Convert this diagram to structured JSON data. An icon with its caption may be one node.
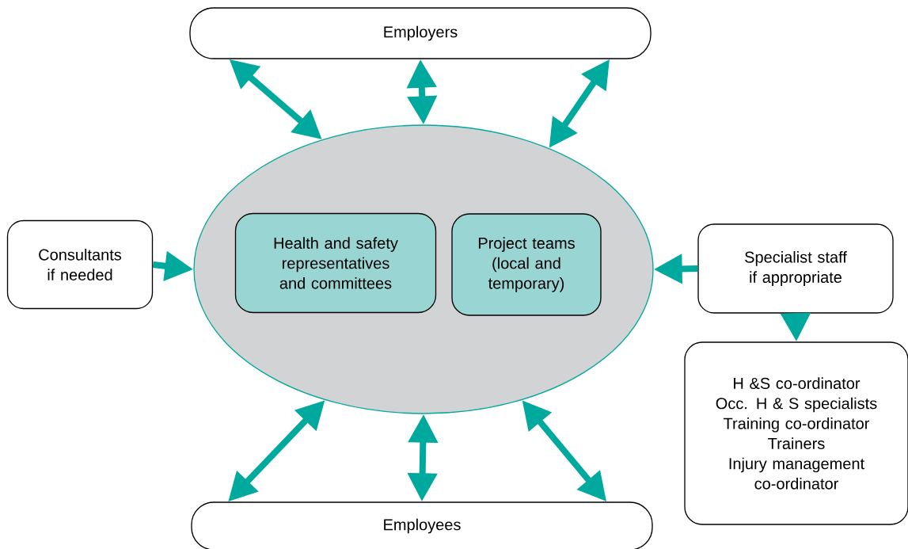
{
  "diagram": {
    "nodes": [
      {
        "text": [
          "Employers"
        ]
      },
      {
        "text": [],
        "shape": "ellipse"
      },
      {
        "text": [
          "Health and safety representatives and committees"
        ],
        "in": 1
      },
      {
        "text": [
          "Project teams (local and temporary)"
        ],
        "in": 1
      },
      {
        "text": [
          "Consultants if needed"
        ]
      },
      {
        "text": [
          "Specialist staff if appropriate"
        ]
      },
      {
        "text": [
          "H &S co-ordinator",
          "Occ. H & S specialists",
          "Training co-ordinator",
          "Trainers",
          "Injury management co-ordinator"
        ]
      },
      {
        "text": [
          "Employees"
        ]
      }
    ],
    "edges": [
      {
        "from": 0,
        "to": 1,
        "arrow": "both"
      },
      {
        "from": 0,
        "to": 1,
        "arrow": "both"
      },
      {
        "from": 0,
        "to": 1,
        "arrow": "both"
      },
      {
        "from": 1,
        "to": 7,
        "arrow": "both"
      },
      {
        "from": 1,
        "to": 7,
        "arrow": "both"
      },
      {
        "from": 1,
        "to": 7,
        "arrow": "both"
      },
      {
        "from": 4,
        "to": 1,
        "arrow": "to"
      },
      {
        "from": 5,
        "to": 1,
        "arrow": "to"
      },
      {
        "from": 5,
        "to": 6,
        "arrow": "to"
      }
    ]
  }
}
